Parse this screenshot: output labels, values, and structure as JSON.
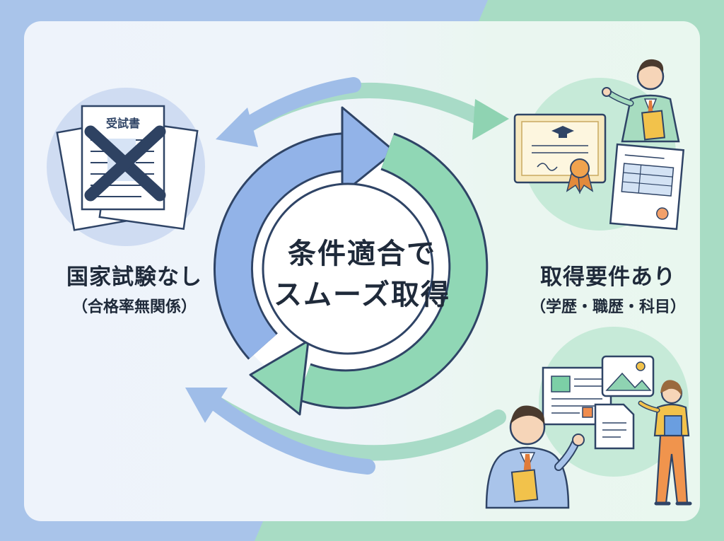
{
  "diagram": {
    "center": {
      "line1": "条件適合で",
      "line2": "スムーズ取得"
    },
    "left": {
      "title": "国家試験なし",
      "subtitle": "（合格率無関係）",
      "doc_label": "受試書"
    },
    "right": {
      "title": "取得要件あり",
      "subtitle": "（学歴・職歴・科目）"
    },
    "icons": [
      "exam-paper-icon",
      "cross-icon",
      "certificate-icon",
      "mortarboard-icon",
      "seal-ribbon-icon",
      "form-document-icon",
      "newspaper-icon",
      "image-card-icon",
      "file-icon",
      "businessman-icon",
      "woman-presenter-icon"
    ],
    "colors": {
      "blue": "#a9c4ea",
      "green": "#a7ddc4",
      "navy": "#2f4466",
      "cycle_blue": "#8fb0e6",
      "cycle_green": "#8fd6b4",
      "cross": "#2e4262"
    }
  }
}
